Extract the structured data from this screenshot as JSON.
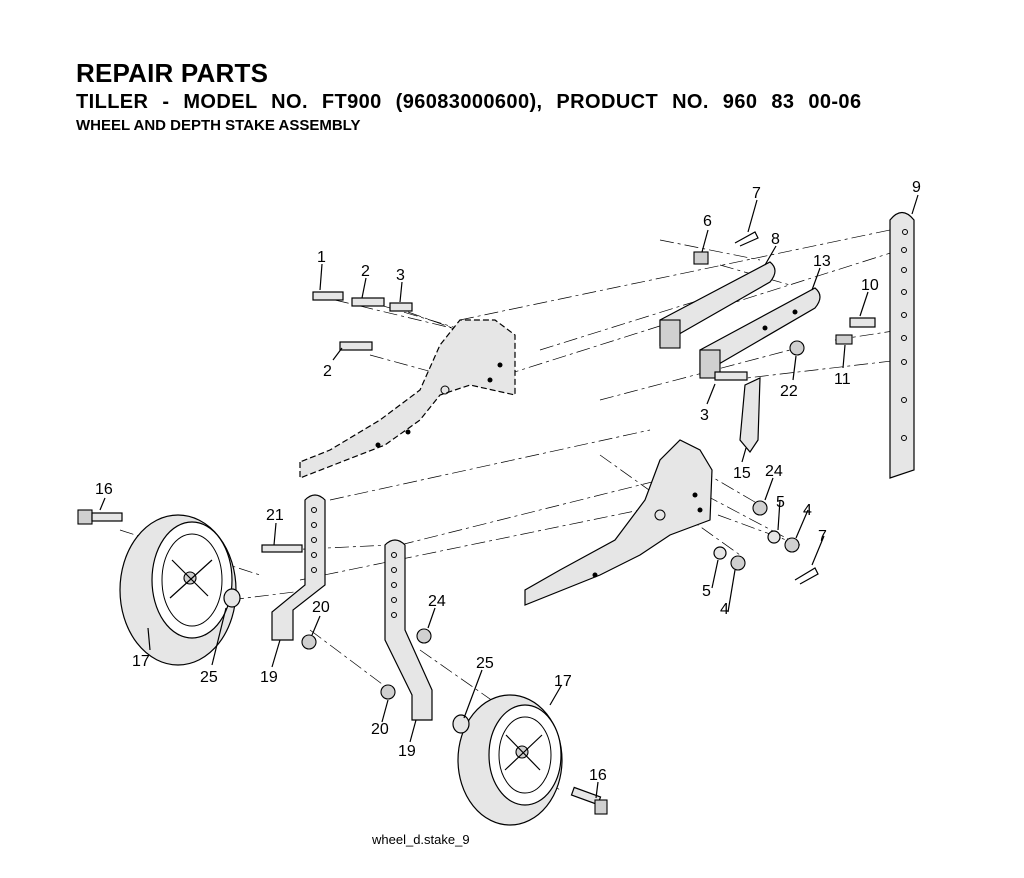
{
  "header": {
    "title": "REPAIR PARTS",
    "model": "TILLER - MODEL NO. FT900 (96083000600), PRODUCT NO. 960 83 00-06",
    "subtitle": "WHEEL AND DEPTH STAKE ASSEMBLY"
  },
  "callouts": {
    "c1": "1",
    "c2a": "2",
    "c3a": "3",
    "c2b": "2",
    "c6": "6",
    "c7a": "7",
    "c8": "8",
    "c9": "9",
    "c13": "13",
    "c10": "10",
    "c11": "11",
    "c22": "22",
    "c3b": "3",
    "c15": "15",
    "c16a": "16",
    "c21": "21",
    "c17a": "17",
    "c25a": "25",
    "c19a": "19",
    "c20a": "20",
    "c24a": "24",
    "c5a": "5",
    "c4a": "4",
    "c7b": "7",
    "c5b": "5",
    "c4b": "4",
    "c24b": "24",
    "c20b": "20",
    "c19b": "19",
    "c25b": "25",
    "c17b": "17",
    "c16b": "16"
  },
  "caption": "wheel_d.stake_9"
}
